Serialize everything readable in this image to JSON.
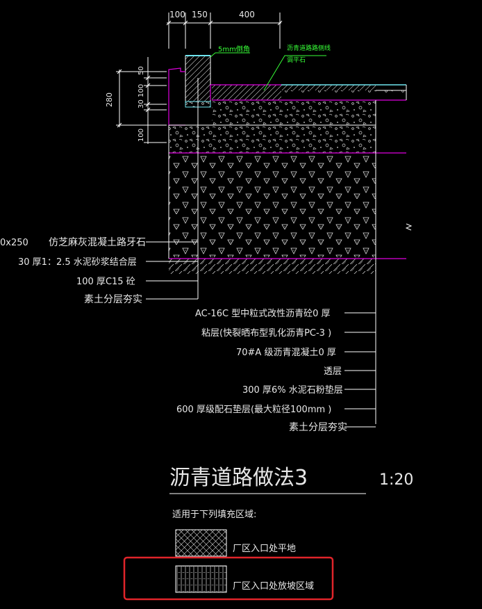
{
  "colors": {
    "background": "#000000",
    "line": "#ffffff",
    "layer_boundary": "#e000e0",
    "note_green": "#37ff37",
    "cyan_surface": "#6fe6f0",
    "highlight_box": "#e0242a"
  },
  "dimensions": {
    "top": [
      "100",
      "150",
      "400"
    ],
    "left_outer": "280",
    "left_inner": [
      "50",
      "100",
      "30",
      "100"
    ]
  },
  "notes": {
    "chamfer": "5mm倒角",
    "asphalt_edge_line1": "沥青道路路侧线",
    "asphalt_edge_line2": "调平石"
  },
  "curb_labels": [
    "0x250",
    "仿芝麻灰混凝土路牙石",
    "30  厚1：2.5  水泥砂浆结合层",
    "100  厚C15  砼",
    "素土分层夯实"
  ],
  "pavement_layers": [
    "AC-16C    型中粒式改性沥青砼0  厚",
    "粘层(快裂晒布型乳化沥青PC-3    )",
    "70#A  级沥青混凝土0  厚",
    "透层",
    "300  厚6%  水泥石粉垫层",
    "600  厚级配石垫层(最大粒径100mm      )",
    "素土分层夯实"
  ],
  "title": {
    "main": "沥青道路做法3",
    "scale": "1:20"
  },
  "legend": {
    "heading": "适用于下列填充区域:",
    "items": [
      {
        "label": "厂区入口处平地",
        "pattern": "crosshatch-pattern"
      },
      {
        "label": "厂区入口处放坡区域",
        "pattern": "vertical-grid-pattern",
        "highlighted": true
      }
    ]
  }
}
